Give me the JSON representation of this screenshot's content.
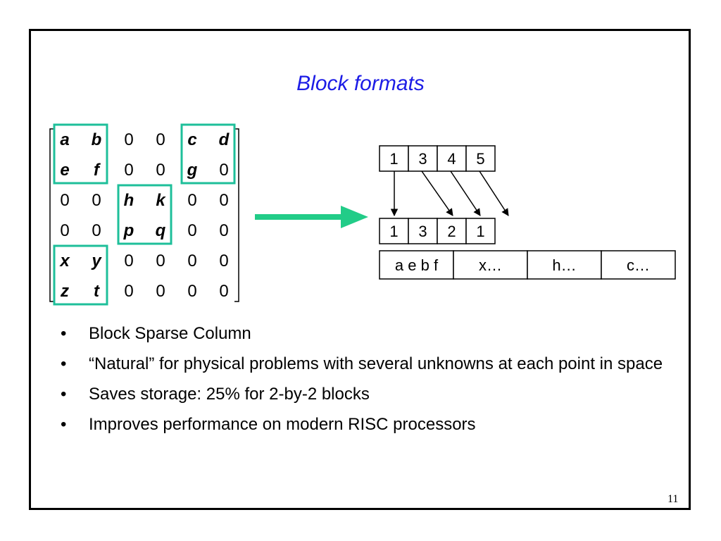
{
  "title": "Block formats",
  "matrix": {
    "rows": [
      [
        "a",
        "b",
        "0",
        "0",
        "c",
        "d"
      ],
      [
        "e",
        "f",
        "0",
        "0",
        "g",
        "0"
      ],
      [
        "0",
        "0",
        "h",
        "k",
        "0",
        "0"
      ],
      [
        "0",
        "0",
        "p",
        "q",
        "0",
        "0"
      ],
      [
        "x",
        "y",
        "0",
        "0",
        "0",
        "0"
      ],
      [
        "z",
        "t",
        "0",
        "0",
        "0",
        "0"
      ]
    ],
    "highlight_color": "#1ebf9a"
  },
  "arrow_color": "#22cc88",
  "col_pointers": [
    "1",
    "3",
    "4",
    "5"
  ],
  "row_indices": [
    "1",
    "3",
    "2",
    "1"
  ],
  "values": [
    "a e b f",
    "x…",
    "h…",
    "c…"
  ],
  "bullets": [
    {
      "marker": "•",
      "text": "Block Sparse Column"
    },
    {
      "marker": "•",
      "text": "“Natural” for physical problems with several unknowns at each point in space"
    },
    {
      "marker": "•",
      "text": "Saves storage: 25% for 2-by-2 blocks"
    },
    {
      "marker": "•",
      "text": "Improves performance on modern RISC processors"
    }
  ],
  "page_number": "11"
}
